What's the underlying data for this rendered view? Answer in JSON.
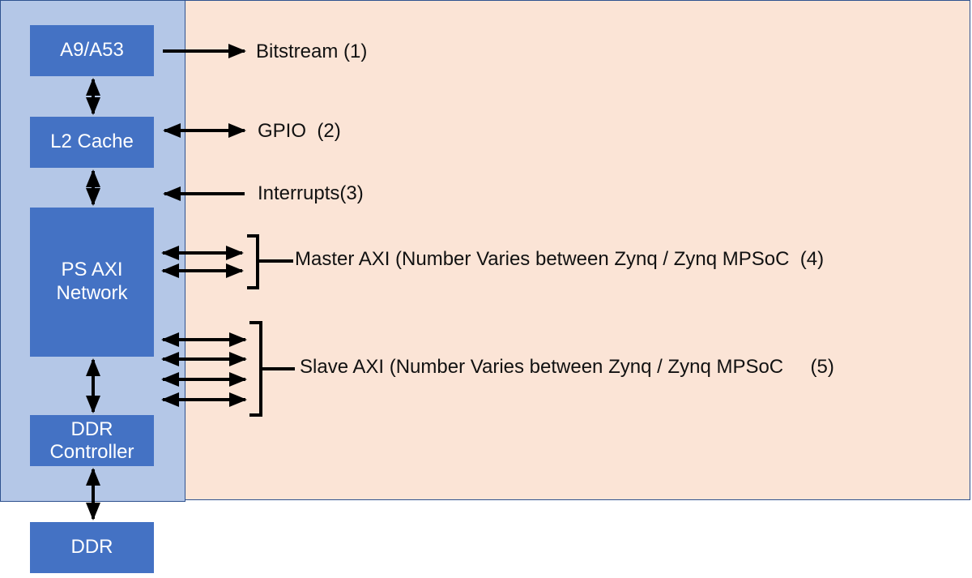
{
  "colors": {
    "ps_background": "#b4c7e7",
    "pl_background": "#fbe4d6",
    "block_fill": "#4472c4",
    "block_text": "#ffffff",
    "arrow": "#000000",
    "border": "#2f528f"
  },
  "blocks": {
    "cpu": "A9/A53",
    "l2_cache": "L2 Cache",
    "ps_axi_line1": "PS AXI",
    "ps_axi_line2": "Network",
    "ddr_ctrl_line1": "DDR",
    "ddr_ctrl_line2": "Controller",
    "ddr": "DDR"
  },
  "labels": {
    "bitstream": "Bitstream (1)",
    "gpio": "GPIO  (2)",
    "interrupts": "Interrupts(3)",
    "master_axi": "Master AXI (Number Varies between Zynq / Zynq MPSoC  (4)",
    "slave_axi": "Slave AXI (Number Varies between Zynq / Zynq MPSoC     (5)"
  },
  "connections": [
    {
      "from": "A9/A53",
      "to": "Bitstream (1)",
      "direction": "outbound"
    },
    {
      "from": "L2 Cache",
      "to": "GPIO  (2)",
      "direction": "bidirectional"
    },
    {
      "from": "Interrupts(3)",
      "to": "PS",
      "direction": "inbound"
    },
    {
      "from": "PS AXI Network",
      "to": "Master AXI",
      "direction": "bidirectional",
      "count": 2
    },
    {
      "from": "PS AXI Network",
      "to": "Slave AXI",
      "direction": "bidirectional",
      "count": 4
    },
    {
      "from": "A9/A53",
      "to": "L2 Cache",
      "direction": "bidirectional"
    },
    {
      "from": "L2 Cache",
      "to": "PS AXI Network",
      "direction": "bidirectional"
    },
    {
      "from": "PS AXI Network",
      "to": "DDR Controller",
      "direction": "bidirectional"
    },
    {
      "from": "DDR Controller",
      "to": "DDR",
      "direction": "bidirectional"
    }
  ]
}
